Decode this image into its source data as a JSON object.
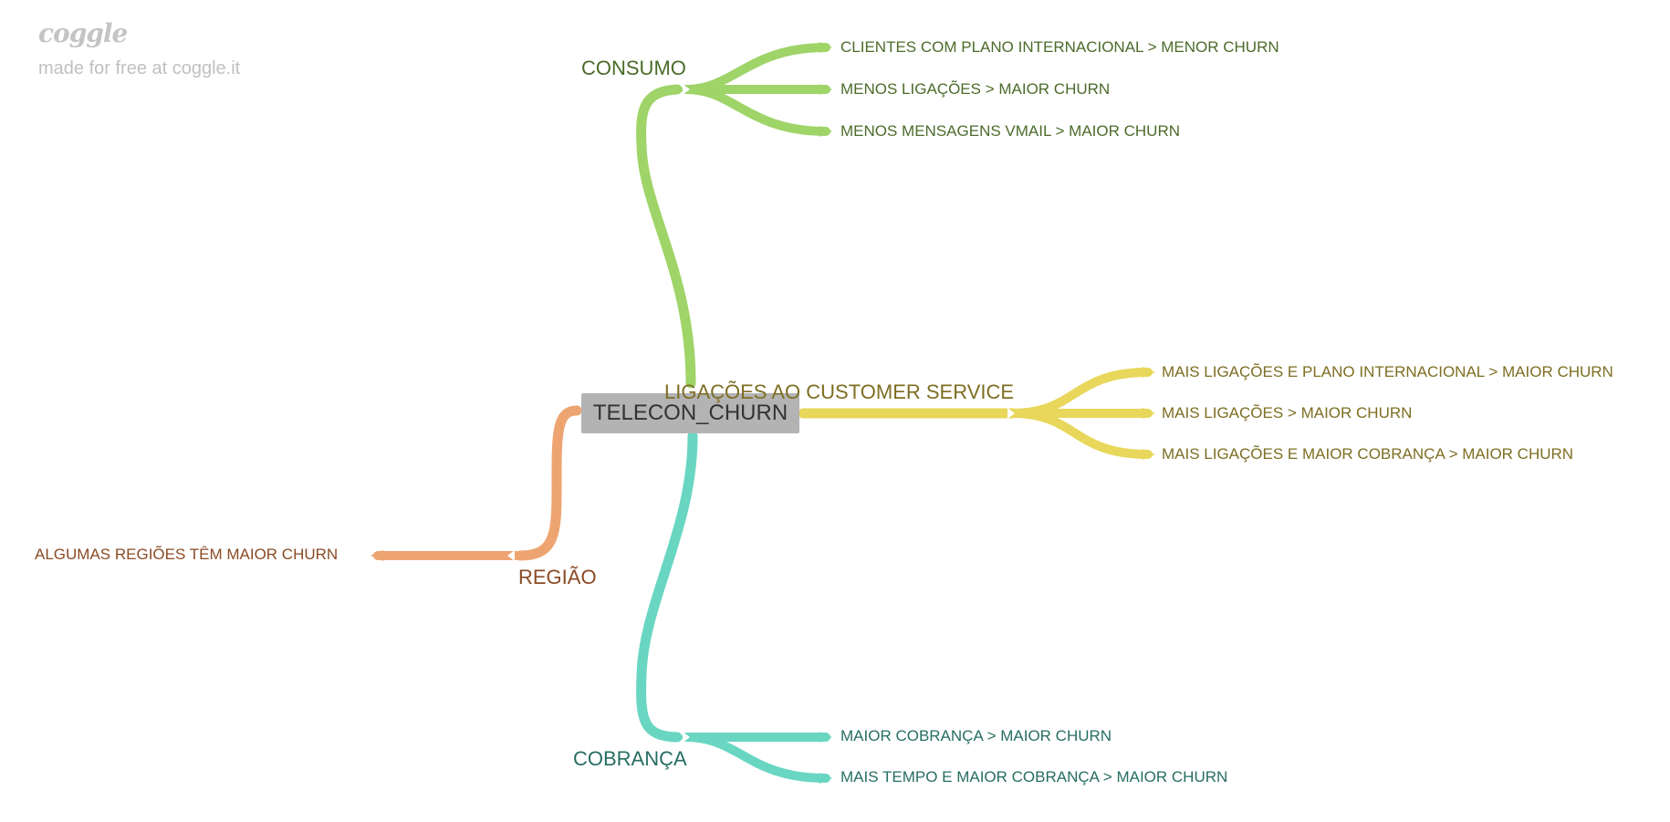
{
  "watermark": {
    "logo": "coggle",
    "tagline": "made for free at coggle.it"
  },
  "colors": {
    "green": "#9fd468",
    "yellow": "#e8d75a",
    "teal": "#69d6c2",
    "orange": "#eea471",
    "root_bg": "#b3b3b3"
  },
  "mindmap": {
    "root": "TELECON_CHURN",
    "branches": {
      "consumo": {
        "label": "CONSUMO",
        "children": [
          "CLIENTES COM PLANO INTERNACIONAL > MENOR CHURN",
          "MENOS LIGAÇÕES > MAIOR CHURN",
          "MENOS MENSAGENS VMAIL > MAIOR CHURN"
        ]
      },
      "customer_service": {
        "label": "LIGAÇÕES AO CUSTOMER SERVICE",
        "children": [
          "MAIS LIGAÇÕES E PLANO INTERNACIONAL > MAIOR CHURN",
          "MAIS LIGAÇÕES > MAIOR CHURN",
          "MAIS LIGAÇÕES E MAIOR COBRANÇA > MAIOR CHURN"
        ]
      },
      "cobranca": {
        "label": "COBRANÇA",
        "children": [
          "MAIOR COBRANÇA > MAIOR CHURN",
          "MAIS TEMPO E MAIOR COBRANÇA > MAIOR CHURN"
        ]
      },
      "regiao": {
        "label": "REGIÃO",
        "children": [
          "ALGUMAS REGIÕES TÊM MAIOR CHURN"
        ]
      }
    }
  }
}
